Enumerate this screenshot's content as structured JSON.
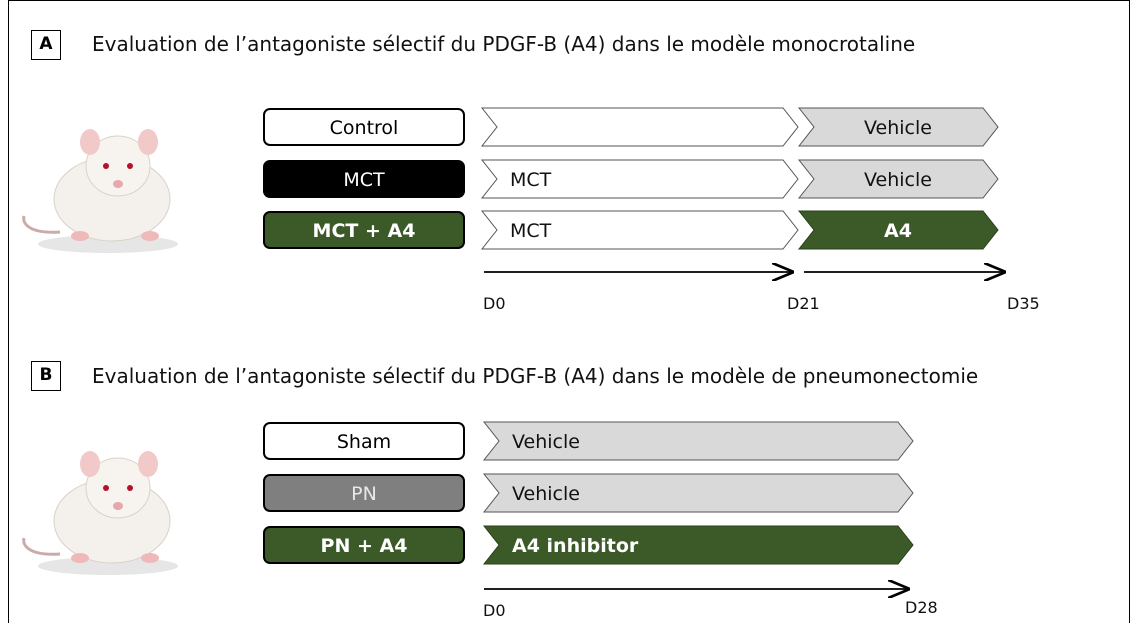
{
  "panel_a": {
    "label": "A",
    "title": "Evaluation de l’antagoniste sélectif du PDGF-B (A4) dans le modèle monocrotaline",
    "groups": [
      "Control",
      "MCT",
      "MCT + A4"
    ],
    "phase1": [
      "",
      "MCT",
      "MCT"
    ],
    "phase2": [
      "Vehicle",
      "Vehicle",
      "A4"
    ],
    "ticks": [
      "D0",
      "D21",
      "D35"
    ]
  },
  "panel_b": {
    "label": "B",
    "title": "Evaluation de l’antagoniste sélectif du PDGF-B (A4) dans le modèle de pneumonectomie",
    "groups": [
      "Sham",
      "PN",
      "PN + A4"
    ],
    "phase1": [
      "Vehicle",
      "Vehicle",
      "A4 inhibitor"
    ],
    "ticks": [
      "D0",
      "D28"
    ]
  },
  "colors": {
    "dark_green": "#3b5a27",
    "black": "#000000",
    "gray_fill": "#7f7f7f",
    "light_gray": "#d9d9d9",
    "white": "#ffffff"
  }
}
